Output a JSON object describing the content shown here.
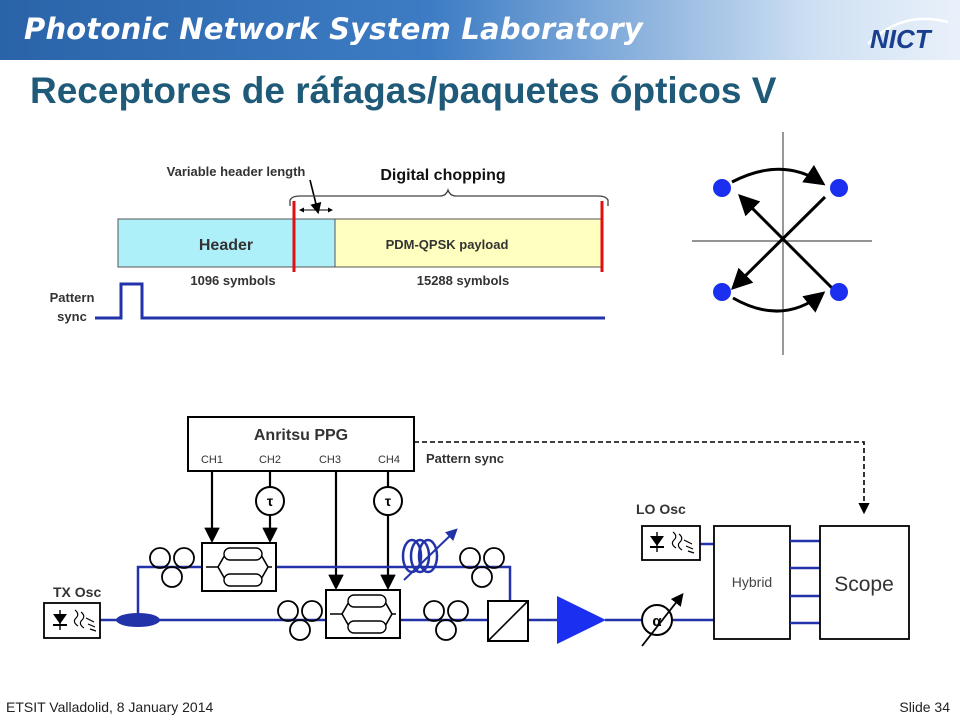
{
  "header": {
    "lab_name": "Photonic Network System Laboratory",
    "logo_text": "NICT",
    "title": "Receptores de ráfagas/paquetes ópticos V"
  },
  "timing": {
    "variable_header_label": "Variable header length",
    "digital_chopping_label": "Digital chopping",
    "header_label": "Header",
    "payload_label": "PDM-QPSK payload",
    "header_symbols": "1096 symbols",
    "payload_symbols": "15288 symbols",
    "pattern_sync_label": "Pattern\nsync"
  },
  "setup": {
    "ppg_label": "Anritsu PPG",
    "channels": [
      "CH1",
      "CH2",
      "CH3",
      "CH4"
    ],
    "pattern_sync_label": "Pattern sync",
    "delay_label": "τ",
    "lo_osc_label": "LO Osc",
    "tx_osc_label": "TX Osc",
    "hybrid_label": "Hybrid",
    "scope_label": "Scope",
    "attenuator_label": "α"
  },
  "colors": {
    "title": "#1f5a78",
    "header_fill": "#aef0fa",
    "payload_fill": "#ffffc0",
    "line_blue": "#2233aa",
    "dot_blue": "#1a2ff0",
    "marker_red": "#e01010"
  },
  "footer": {
    "left": "ETSIT Valladolid, 8 January 2014",
    "right": "Slide 34"
  }
}
